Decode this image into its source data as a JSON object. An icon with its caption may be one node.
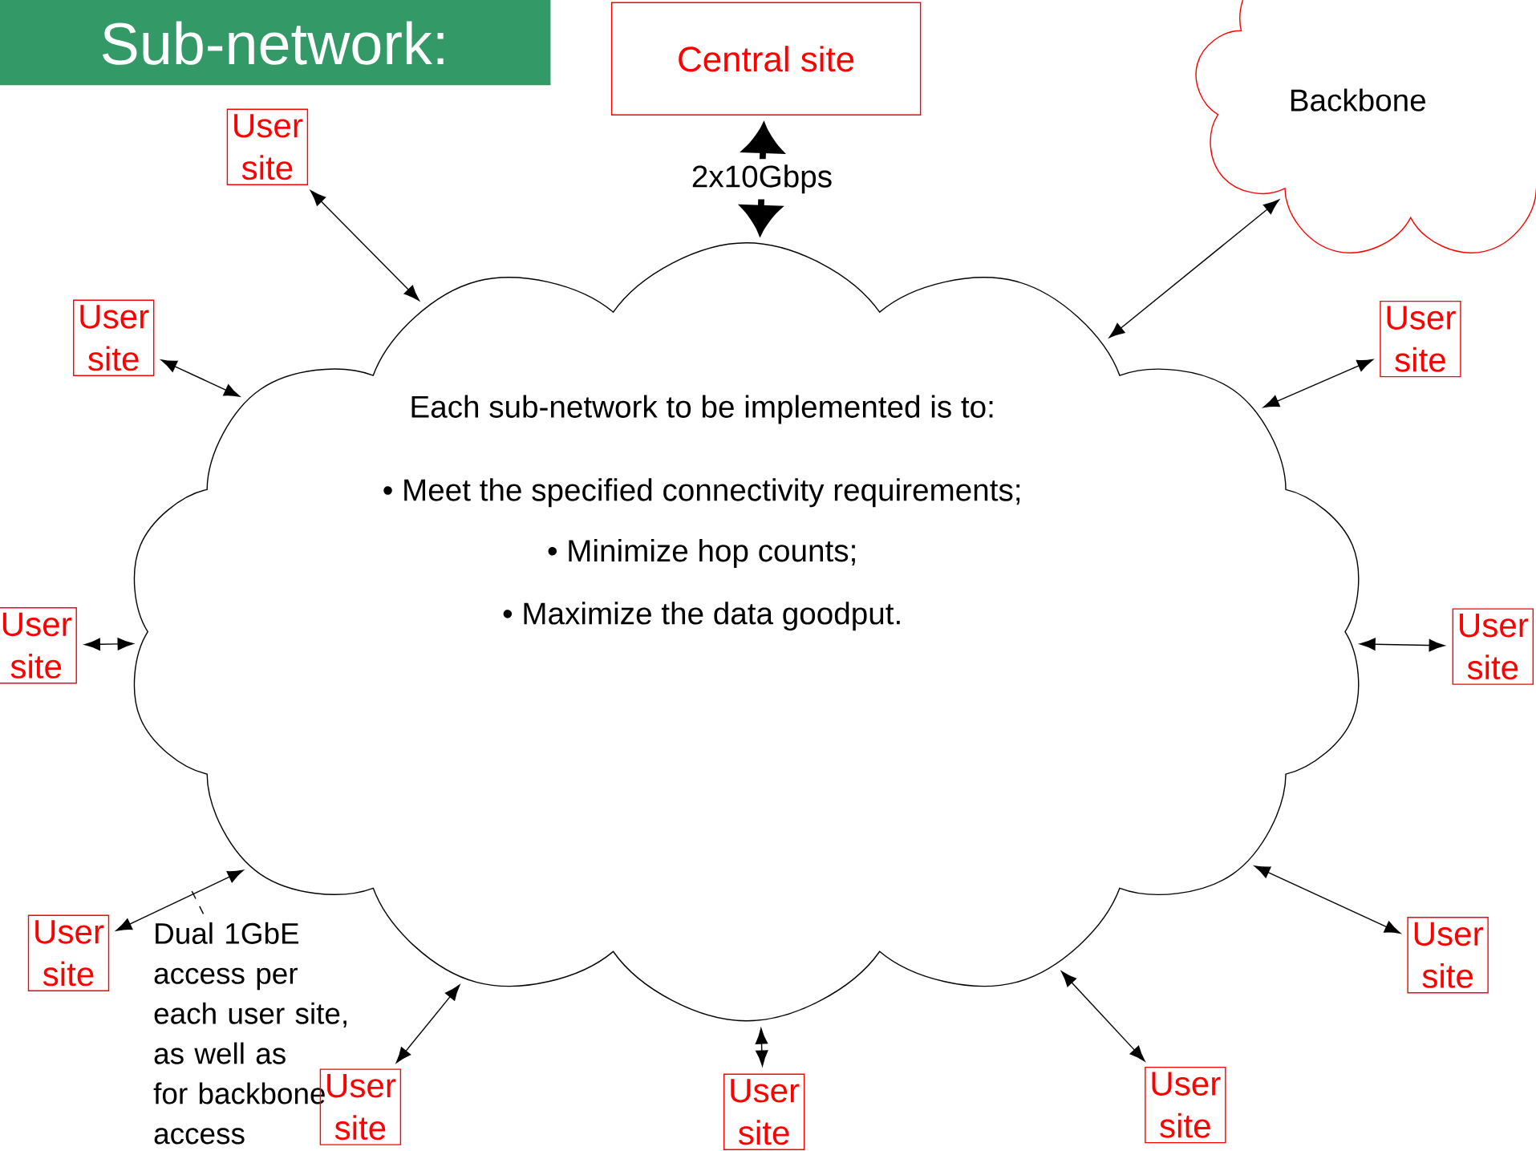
{
  "diagram": {
    "title": "Sub-network:",
    "nodes": [
      {
        "text": [
          "Central site"
        ]
      },
      {
        "text": [
          "Backbone"
        ]
      },
      {
        "text": [
          "Each sub-network to be implemented is to:",
          "• Meet the specified connectivity requirements;",
          "• Minimize hop counts;",
          "• Maximize the data goodput."
        ]
      },
      {
        "text": [
          "User site"
        ]
      },
      {
        "text": [
          "User site"
        ]
      },
      {
        "text": [
          "User site"
        ]
      },
      {
        "text": [
          "User site"
        ]
      },
      {
        "text": [
          "User site"
        ]
      },
      {
        "text": [
          "User site"
        ]
      },
      {
        "text": [
          "User site"
        ]
      },
      {
        "text": [
          "Dual 1GbE access per each user site, as well as for backbone access"
        ]
      },
      {
        "text": [
          "User site"
        ]
      },
      {
        "text": [
          "User site"
        ]
      },
      {
        "text": [
          "User site"
        ]
      }
    ],
    "edges": [
      {
        "from": 0,
        "to": 2,
        "arrow": "both",
        "label": "2x10Gbps",
        "style": "thick"
      },
      {
        "from": 1,
        "to": 2,
        "arrow": "both"
      },
      {
        "from": 3,
        "to": 2,
        "arrow": "both"
      },
      {
        "from": 4,
        "to": 2,
        "arrow": "both"
      },
      {
        "from": 5,
        "to": 2,
        "arrow": "both"
      },
      {
        "from": 6,
        "to": 2,
        "arrow": "both"
      },
      {
        "from": 7,
        "to": 2,
        "arrow": "both"
      },
      {
        "from": 8,
        "to": 2,
        "arrow": "both"
      },
      {
        "from": 9,
        "to": 2,
        "arrow": "both"
      },
      {
        "from": 11,
        "to": 2,
        "arrow": "both"
      },
      {
        "from": 12,
        "to": 2,
        "arrow": "both"
      },
      {
        "from": 13,
        "to": 2,
        "arrow": "both"
      },
      {
        "from": 10,
        "to": null,
        "arrow": "none",
        "style": "dashed"
      }
    ]
  }
}
